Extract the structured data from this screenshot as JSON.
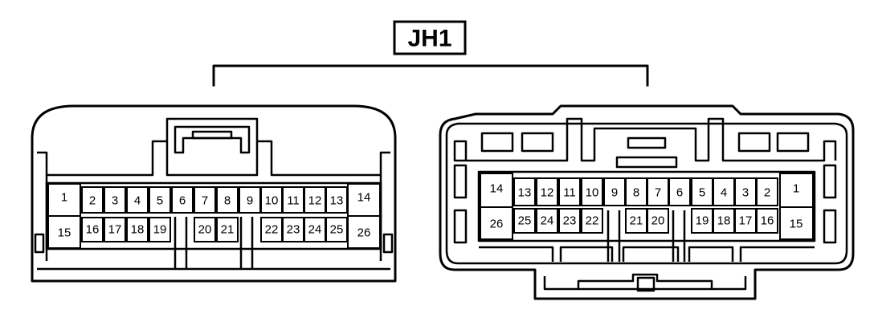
{
  "title": "JH1",
  "left_connector": {
    "row1": [
      "1",
      "2",
      "3",
      "4",
      "5",
      "6",
      "7",
      "8",
      "9",
      "10",
      "11",
      "12",
      "13",
      "14"
    ],
    "row2": [
      "15",
      "16",
      "17",
      "18",
      "19",
      "20",
      "21",
      "22",
      "23",
      "24",
      "25",
      "26"
    ]
  },
  "right_connector": {
    "row1": [
      "14",
      "13",
      "12",
      "11",
      "10",
      "9",
      "8",
      "7",
      "6",
      "5",
      "4",
      "3",
      "2",
      "1"
    ],
    "row2": [
      "26",
      "25",
      "24",
      "23",
      "22",
      "21",
      "20",
      "19",
      "18",
      "17",
      "16",
      "15"
    ]
  }
}
